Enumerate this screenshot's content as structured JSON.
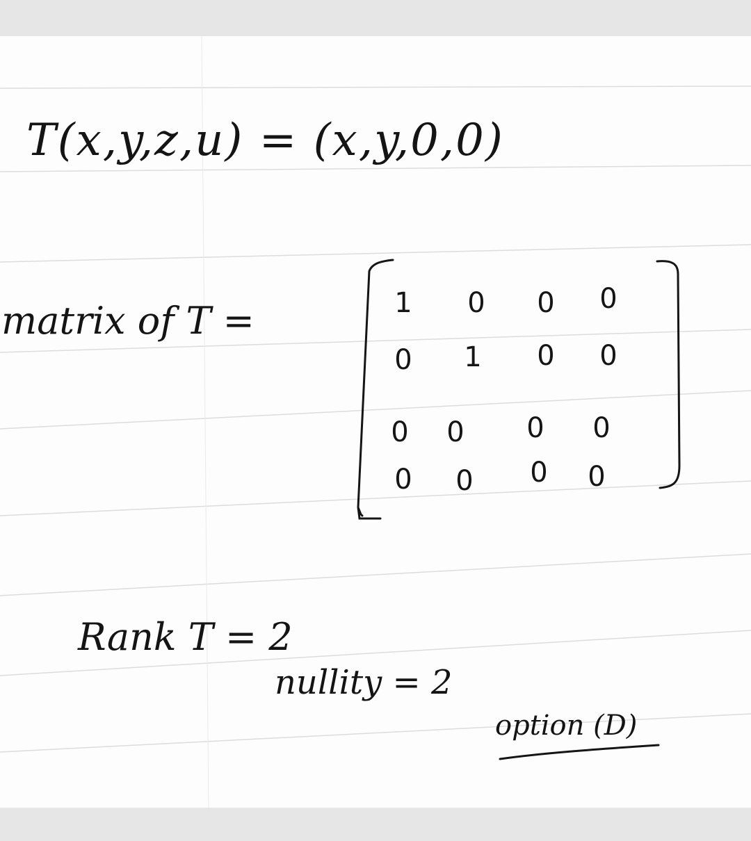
{
  "equation": "T(x,y,z,u) = (x,y,0,0)",
  "matrix_label": "matrix of T =",
  "matrix": [
    [
      "1",
      "0",
      "0",
      "0"
    ],
    [
      "0",
      "1",
      "0",
      "0"
    ],
    [
      "0",
      "0",
      "0",
      "0"
    ],
    [
      "0",
      "0",
      "0",
      "0"
    ]
  ],
  "rank": "Rank T = 2",
  "nullity": "nullity = 2",
  "option": "option (D)",
  "colors": {
    "ink": "#141414",
    "paper": "#fdfdfd",
    "rule": "#d9d9d9",
    "band": "#e6e6e6"
  }
}
